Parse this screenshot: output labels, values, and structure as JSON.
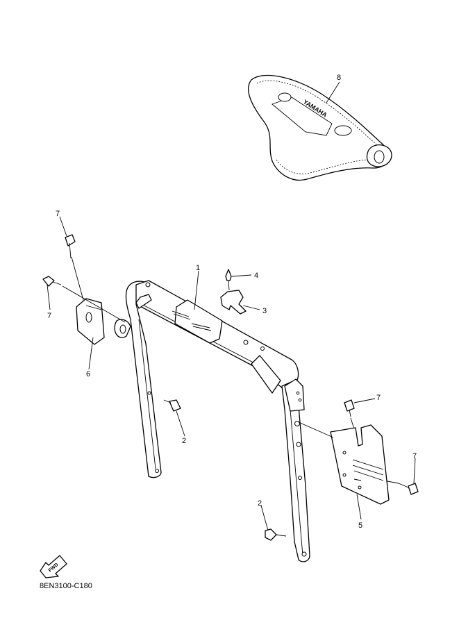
{
  "diagram_code": "8EN3100-C180",
  "fwd_badge": "FWD",
  "pad_brand_text": "YAMAHA",
  "callouts": {
    "c1": "1",
    "c2a": "2",
    "c2b": "2",
    "c3": "3",
    "c4": "4",
    "c5": "5",
    "c6": "6",
    "c7a": "7",
    "c7b": "7",
    "c7c": "7",
    "c7d": "7",
    "c8": "8"
  }
}
